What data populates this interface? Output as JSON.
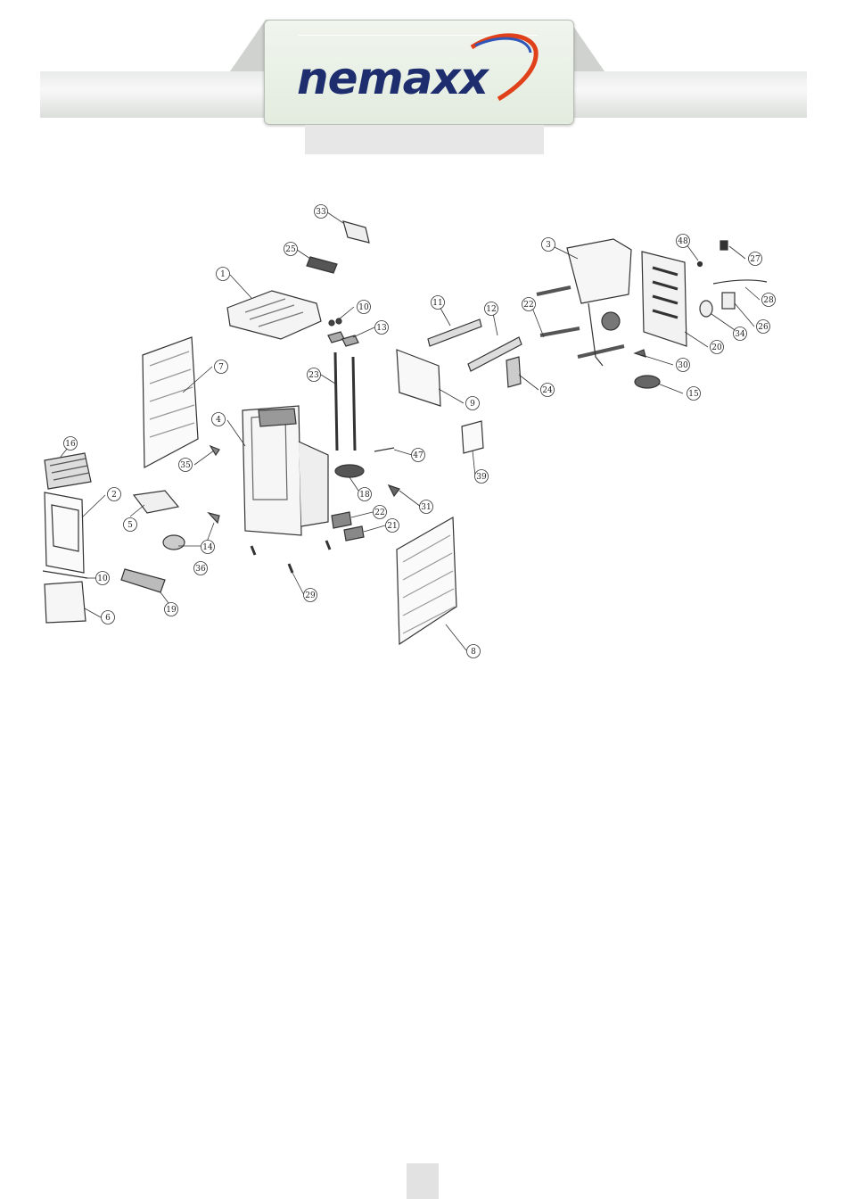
{
  "brand": {
    "logo_text": "nemaxx"
  },
  "diagram": {
    "callouts": [
      "33",
      "25",
      "1",
      "10",
      "13",
      "23",
      "11",
      "12",
      "3",
      "22",
      "48",
      "27",
      "28",
      "26",
      "34",
      "20",
      "30",
      "15",
      "24",
      "9",
      "7",
      "4",
      "16",
      "35",
      "2",
      "5",
      "36",
      "14",
      "10",
      "6",
      "19",
      "47",
      "18",
      "31",
      "39",
      "22",
      "21",
      "29",
      "8"
    ]
  }
}
